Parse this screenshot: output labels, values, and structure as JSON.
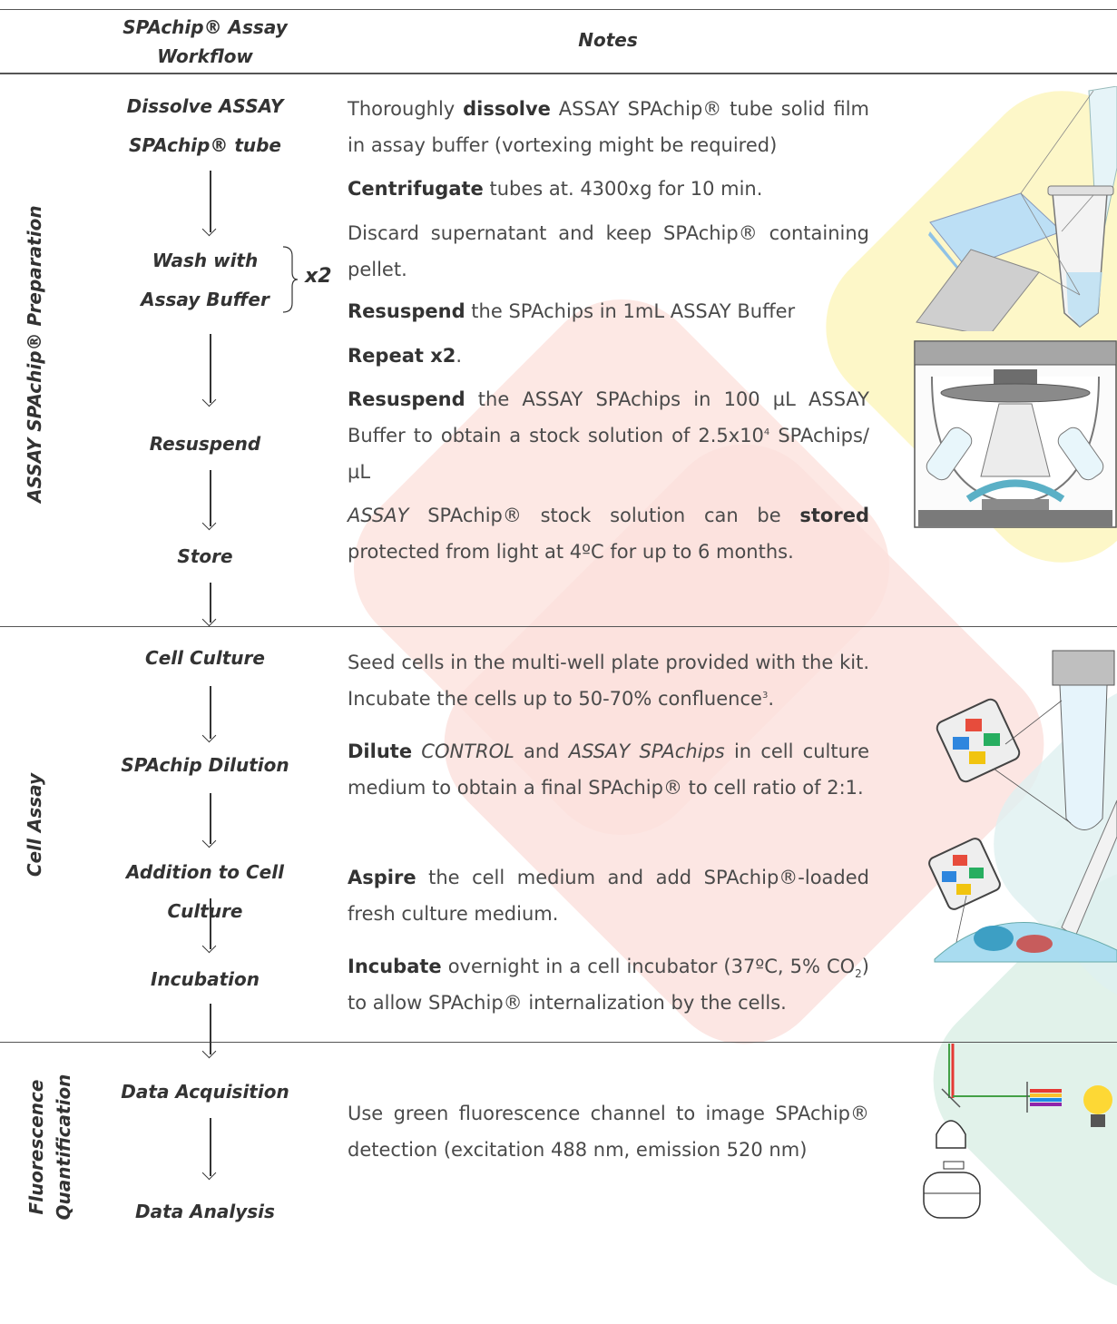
{
  "header": {
    "workflow_line1": "SPAchip® Assay",
    "workflow_line2": "Workflow",
    "notes": "Notes"
  },
  "sections": {
    "prep": "ASSAY SPAchip® Preparation",
    "cell_assay": "Cell Assay",
    "fluor_line1": "Fluorescence",
    "fluor_line2": "Quantification"
  },
  "workflow": {
    "dissolve_line1": "Dissolve ASSAY",
    "dissolve_line2": "SPAchip® tube",
    "wash_line1": "Wash with",
    "wash_line2": "Assay Buffer",
    "x2": "x2",
    "resuspend": "Resuspend",
    "store": "Store",
    "cell_culture": "Cell Culture",
    "dilution": "SPAchip Dilution",
    "addition": "Addition to Cell Culture",
    "incubation": "Incubation",
    "acquisition": "Data Acquisition",
    "analysis": "Data Analysis"
  },
  "notes": {
    "n1_pre": "Thoroughly ",
    "n1_b": "dissolve",
    "n1_post": " ASSAY SPAchip® tube solid film in assay buffer (vortexing might be required)",
    "n2_b": "Centrifugate",
    "n2_post": " tubes at. 4300xg for 10 min.",
    "n3": "Discard supernatant and keep SPAchip® containing pellet.",
    "n4_b": "Resuspend",
    "n4_post": " the SPAchips in 1mL ASSAY Buffer",
    "n5_b": "Repeat x2",
    "n5_post": ".",
    "n6_b": "Resuspend",
    "n6_post": " the ASSAY SPAchips in 100 µL ASSAY Buffer to obtain a stock solution of 2.5x10",
    "n6_sup": "4",
    "n6_end": " SPAchips/µL",
    "n7_i": "ASSAY",
    "n7_mid": " SPAchip® stock solution can be ",
    "n7_b": "stored",
    "n7_post": " protected from light at 4ºC for up to 6 months.",
    "n8": "Seed cells in the multi-well plate provided with the kit. Incubate the cells up to 50-70% confluence",
    "n8_sup": "3",
    "n8_end": ".",
    "n9_b": "Dilute",
    "n9_i1": "CONTROL",
    "n9_and": " and ",
    "n9_i2": "ASSAY SPAchips",
    "n9_post": " in cell culture medium to obtain a final SPAchip® to cell ratio of 2:1.",
    "n10_b": "Aspire",
    "n10_post": " the cell medium and add SPAchip®-loaded fresh culture medium.",
    "n11_b": "Incubate",
    "n11_post": " overnight in a cell incubator (37ºC, 5% CO",
    "n11_sub": "2",
    "n11_end": ") to allow SPAchip® internalization by the cells.",
    "n12": "Use green fluorescence channel to image SPAchip® detection (excitation 488 nm, emission 520 nm)"
  },
  "colors": {
    "watermark_red": "#fbe3df",
    "watermark_yellow": "#fdf8cf",
    "watermark_green": "#e2f3ec",
    "text": "#4a4a4a",
    "heading": "#333333"
  }
}
